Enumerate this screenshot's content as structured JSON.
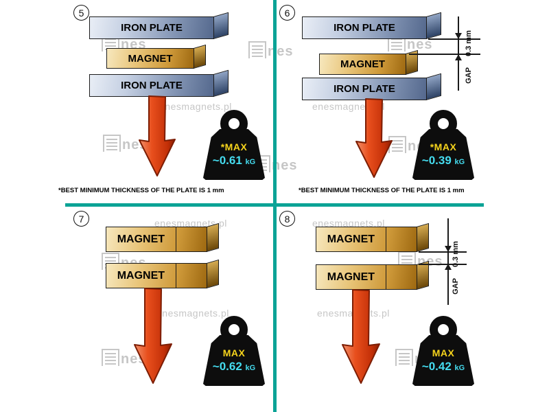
{
  "colors": {
    "divider": "#0ba396",
    "max-yellow": "#f6d41c",
    "value-cyan": "#45dcef",
    "arrow-outline": "#7c1d03",
    "watermark-gray": "#c6c6c6"
  },
  "brand": {
    "watermark": "enesmagnets.pl",
    "logo_text": "nes"
  },
  "panels": {
    "p5": {
      "number": "5",
      "layers": [
        "IRON PLATE",
        "MAGNET",
        "IRON PLATE"
      ],
      "weight": {
        "label": "*MAX",
        "value": "~0.61",
        "unit": "kG"
      },
      "caption": "*BEST MINIMUM THICKNESS OF THE PLATE IS",
      "caption_bold": "1 mm"
    },
    "p6": {
      "number": "6",
      "layers": [
        "IRON PLATE",
        "MAGNET",
        "IRON PLATE"
      ],
      "gap": {
        "word": "GAP",
        "value": "0.3 mm"
      },
      "weight": {
        "label": "*MAX",
        "value": "~0.39",
        "unit": "kG"
      },
      "caption": "*BEST MINIMUM THICKNESS OF THE PLATE IS",
      "caption_bold": "1 mm"
    },
    "p7": {
      "number": "7",
      "layers": [
        "MAGNET",
        "MAGNET"
      ],
      "weight": {
        "label": "MAX",
        "value": "~0.62",
        "unit": "kG"
      }
    },
    "p8": {
      "number": "8",
      "layers": [
        "MAGNET",
        "MAGNET"
      ],
      "gap": {
        "word": "GAP",
        "value": "0.3 mm"
      },
      "weight": {
        "label": "MAX",
        "value": "~0.42",
        "unit": "kG"
      }
    }
  }
}
